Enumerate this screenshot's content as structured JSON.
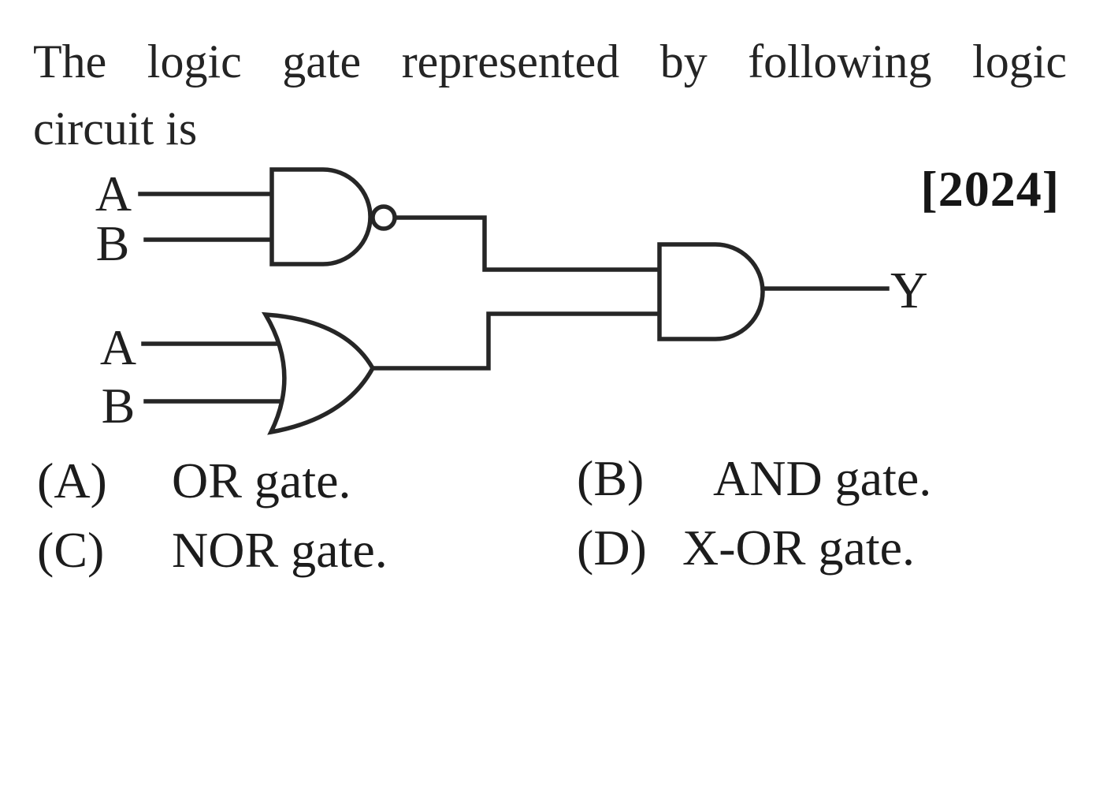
{
  "question": {
    "line1": "The logic gate represented by following logic",
    "line2": "circuit is",
    "year_tag": "[2024]"
  },
  "circuit": {
    "gates": [
      {
        "type": "NAND",
        "inputs": [
          "A",
          "B"
        ]
      },
      {
        "type": "OR",
        "inputs": [
          "A",
          "B"
        ]
      },
      {
        "type": "AND",
        "inputs": [
          "NAND output",
          "OR output"
        ],
        "output": "Y"
      }
    ],
    "labels": {
      "nand_a": "A",
      "nand_b": "B",
      "or_a": "A",
      "or_b": "B",
      "output": "Y"
    },
    "stroke_color": "#262626"
  },
  "options": [
    {
      "label": "(A)",
      "text": "OR gate."
    },
    {
      "label": "(B)",
      "text": "AND gate."
    },
    {
      "label": "(C)",
      "text": "NOR gate."
    },
    {
      "label": "(D)",
      "text": "X-OR gate."
    }
  ]
}
